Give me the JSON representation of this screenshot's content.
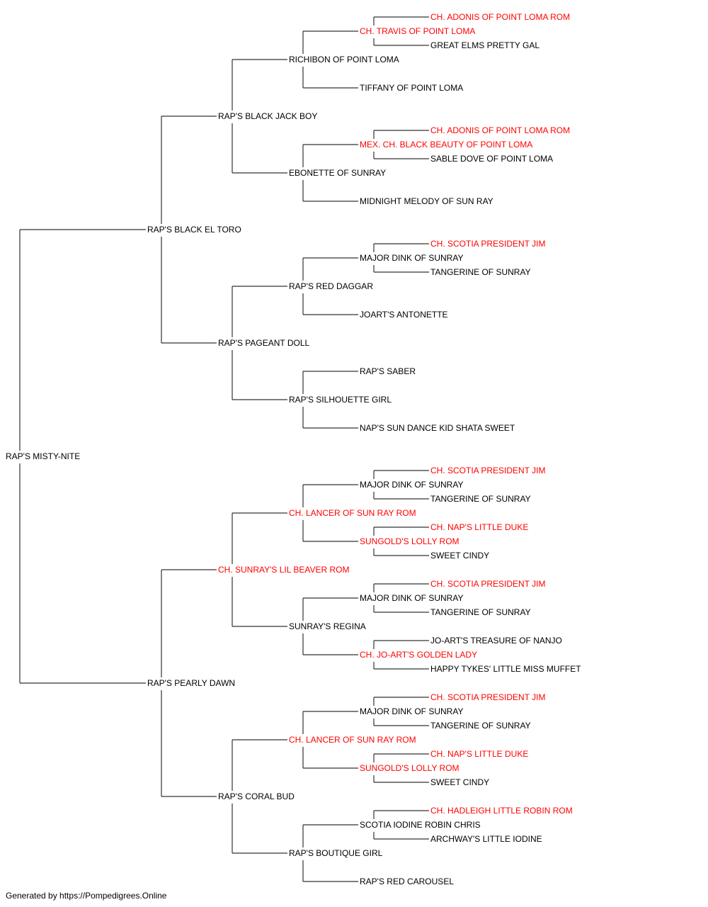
{
  "colors": {
    "normal": "#000000",
    "champion": "#ff0000",
    "connector": "#333333",
    "background": "#ffffff"
  },
  "footer": "Generated by https://Pompedigrees.Online",
  "pedigree": {
    "name": "RAP'S MISTY-NITE",
    "champion": false,
    "sire": {
      "name": "RAP'S BLACK EL TORO",
      "champion": false,
      "sire": {
        "name": "RAP'S BLACK JACK BOY",
        "champion": false,
        "sire": {
          "name": "RICHIBON OF POINT LOMA",
          "champion": false,
          "sire": {
            "name": "CH. TRAVIS OF POINT LOMA",
            "champion": true,
            "sire": {
              "name": "CH. ADONIS OF POINT LOMA ROM",
              "champion": true
            },
            "dam": {
              "name": "GREAT ELMS PRETTY GAL",
              "champion": false
            }
          },
          "dam": {
            "name": "TIFFANY OF POINT LOMA",
            "champion": false
          }
        },
        "dam": {
          "name": "EBONETTE OF SUNRAY",
          "champion": false,
          "sire": {
            "name": "MEX. CH. BLACK BEAUTY OF POINT LOMA",
            "champion": true,
            "sire": {
              "name": "CH. ADONIS OF POINT LOMA ROM",
              "champion": true
            },
            "dam": {
              "name": "SABLE DOVE OF POINT LOMA",
              "champion": false
            }
          },
          "dam": {
            "name": "MIDNIGHT MELODY OF SUN RAY",
            "champion": false
          }
        }
      },
      "dam": {
        "name": "RAP'S PAGEANT DOLL",
        "champion": false,
        "sire": {
          "name": "RAP'S RED DAGGAR",
          "champion": false,
          "sire": {
            "name": "MAJOR DINK OF SUNRAY",
            "champion": false,
            "sire": {
              "name": "CH. SCOTIA PRESIDENT JIM",
              "champion": true
            },
            "dam": {
              "name": "TANGERINE OF SUNRAY",
              "champion": false
            }
          },
          "dam": {
            "name": "JOART'S ANTONETTE",
            "champion": false
          }
        },
        "dam": {
          "name": "RAP'S SILHOUETTE GIRL",
          "champion": false,
          "sire": {
            "name": "RAP'S SABER",
            "champion": false
          },
          "dam": {
            "name": "NAP'S SUN DANCE KID SHATA SWEET",
            "champion": false
          }
        }
      }
    },
    "dam": {
      "name": "RAP'S PEARLY DAWN",
      "champion": false,
      "sire": {
        "name": "CH. SUNRAY'S LIL BEAVER ROM",
        "champion": true,
        "sire": {
          "name": "CH. LANCER OF SUN RAY ROM",
          "champion": true,
          "sire": {
            "name": "MAJOR DINK OF SUNRAY",
            "champion": false,
            "sire": {
              "name": "CH. SCOTIA PRESIDENT JIM",
              "champion": true
            },
            "dam": {
              "name": "TANGERINE OF SUNRAY",
              "champion": false
            }
          },
          "dam": {
            "name": "SUNGOLD'S LOLLY ROM",
            "champion": true,
            "sire": {
              "name": "CH. NAP'S LITTLE DUKE",
              "champion": true
            },
            "dam": {
              "name": "SWEET CINDY",
              "champion": false
            }
          }
        },
        "dam": {
          "name": "SUNRAY'S REGINA",
          "champion": false,
          "sire": {
            "name": "MAJOR DINK OF SUNRAY",
            "champion": false,
            "sire": {
              "name": "CH. SCOTIA PRESIDENT JIM",
              "champion": true
            },
            "dam": {
              "name": "TANGERINE OF SUNRAY",
              "champion": false
            }
          },
          "dam": {
            "name": "CH. JO-ART'S GOLDEN LADY",
            "champion": true,
            "sire": {
              "name": "JO-ART'S TREASURE OF NANJO",
              "champion": false
            },
            "dam": {
              "name": "HAPPY TYKES' LITTLE MISS MUFFET",
              "champion": false
            }
          }
        }
      },
      "dam": {
        "name": "RAP'S CORAL BUD",
        "champion": false,
        "sire": {
          "name": "CH. LANCER OF SUN RAY ROM",
          "champion": true,
          "sire": {
            "name": "MAJOR DINK OF SUNRAY",
            "champion": false,
            "sire": {
              "name": "CH. SCOTIA PRESIDENT JIM",
              "champion": true
            },
            "dam": {
              "name": "TANGERINE OF SUNRAY",
              "champion": false
            }
          },
          "dam": {
            "name": "SUNGOLD'S LOLLY ROM",
            "champion": true,
            "sire": {
              "name": "CH. NAP'S LITTLE DUKE",
              "champion": true
            },
            "dam": {
              "name": "SWEET CINDY",
              "champion": false
            }
          }
        },
        "dam": {
          "name": "RAP'S BOUTIQUE GIRL",
          "champion": false,
          "sire": {
            "name": "SCOTIA IODINE ROBIN CHRIS",
            "champion": false,
            "sire": {
              "name": "CH. HADLEIGH LITTLE ROBIN ROM",
              "champion": true
            },
            "dam": {
              "name": "ARCHWAY'S LITTLE IODINE",
              "champion": false
            }
          },
          "dam": {
            "name": "RAP'S RED CAROUSEL",
            "champion": false
          }
        }
      }
    }
  }
}
